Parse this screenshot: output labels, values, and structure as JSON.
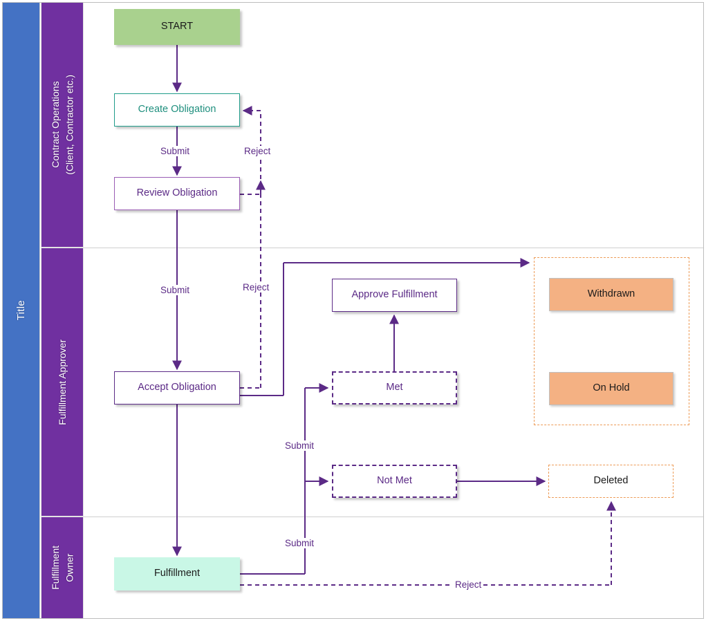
{
  "diagram": {
    "title": "Title",
    "type": "swimlane-flowchart",
    "colors": {
      "title_bar": "#4472C4",
      "lane_header": "#7030A0",
      "start_fill": "#A9D18E",
      "teal_stroke": "#1F9C8A",
      "purple_stroke": "#5B2A86",
      "mint_fill": "#C9F7E6",
      "orange_fill": "#F4B183",
      "orange_stroke": "#ED9B56"
    }
  },
  "lanes": [
    {
      "id": "lane-contract-operations",
      "label": "Contract Operations\n(Client, Contractor etc.)",
      "label_line1": "Contract Operations",
      "label_line2": "(Client, Contractor etc.)"
    },
    {
      "id": "lane-fulfillment-approver",
      "label": "Fulfillment Approver"
    },
    {
      "id": "lane-fulfillment-owner",
      "label": "Fulfillment\nOwner",
      "label_line1": "Fulfillment",
      "label_line2": "Owner"
    }
  ],
  "nodes": {
    "start": "START",
    "create_obligation": "Create Obligation",
    "review_obligation": "Review Obligation",
    "accept_obligation": "Accept Obligation",
    "approve_fulfillment": "Approve Fulfillment",
    "met": "Met",
    "not_met": "Not Met",
    "fulfillment": "Fulfillment",
    "withdrawn": "Withdrawn",
    "on_hold": "On Hold",
    "deleted": "Deleted"
  },
  "edge_labels": {
    "submit_create_to_review": "Submit",
    "reject_review_to_create": "Reject",
    "submit_review_to_accept": "Submit",
    "reject_accept_to_create": "Reject",
    "submit_accept_branch": "Submit",
    "submit_fulfillment_branch": "Submit",
    "reject_deleted": "Reject"
  },
  "edges": [
    {
      "from": "START",
      "to": "Create Obligation",
      "label": "",
      "style": "solid"
    },
    {
      "from": "Create Obligation",
      "to": "Review Obligation",
      "label": "Submit",
      "style": "solid"
    },
    {
      "from": "Review Obligation",
      "to": "Create Obligation",
      "label": "Reject",
      "style": "dashed"
    },
    {
      "from": "Review Obligation",
      "to": "Accept Obligation",
      "label": "Submit",
      "style": "solid"
    },
    {
      "from": "Accept Obligation",
      "to": "Create Obligation",
      "label": "Reject",
      "style": "dashed"
    },
    {
      "from": "Accept Obligation",
      "to": "Withdrawn/On Hold group",
      "label": "",
      "style": "solid"
    },
    {
      "from": "Accept Obligation",
      "to": "Fulfillment",
      "label": "",
      "style": "solid"
    },
    {
      "from": "Fulfillment",
      "to": "Met",
      "label": "Submit",
      "style": "solid"
    },
    {
      "from": "Fulfillment",
      "to": "Not Met",
      "label": "Submit",
      "style": "solid"
    },
    {
      "from": "Met",
      "to": "Approve Fulfillment",
      "label": "",
      "style": "solid"
    },
    {
      "from": "Not Met",
      "to": "Deleted",
      "label": "",
      "style": "solid"
    },
    {
      "from": "Deleted",
      "to": "Fulfillment",
      "label": "Reject",
      "style": "dashed"
    }
  ]
}
